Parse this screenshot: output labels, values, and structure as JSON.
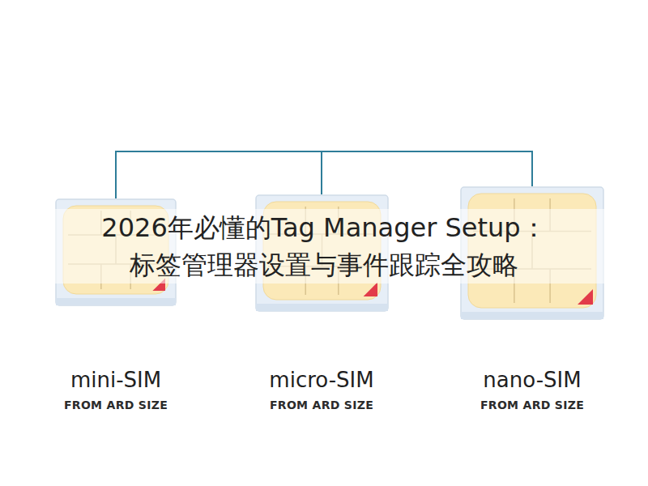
{
  "diagram": {
    "title": "2026年必懂的Tag Manager Setup：标签管理器设置与事件跟踪全攻略",
    "nodes": [
      {
        "text": [
          "mini-SIM",
          "FROM ARD SIZE"
        ]
      },
      {
        "text": [
          "micro-SIM",
          "FROM ARD SIZE"
        ]
      },
      {
        "text": [
          "nano-SIM",
          "FROM ARD SIZE"
        ]
      }
    ],
    "edges": [
      {
        "from": 0,
        "to": 1,
        "arrow": "none"
      },
      {
        "from": 1,
        "to": 2,
        "arrow": "none"
      }
    ]
  }
}
